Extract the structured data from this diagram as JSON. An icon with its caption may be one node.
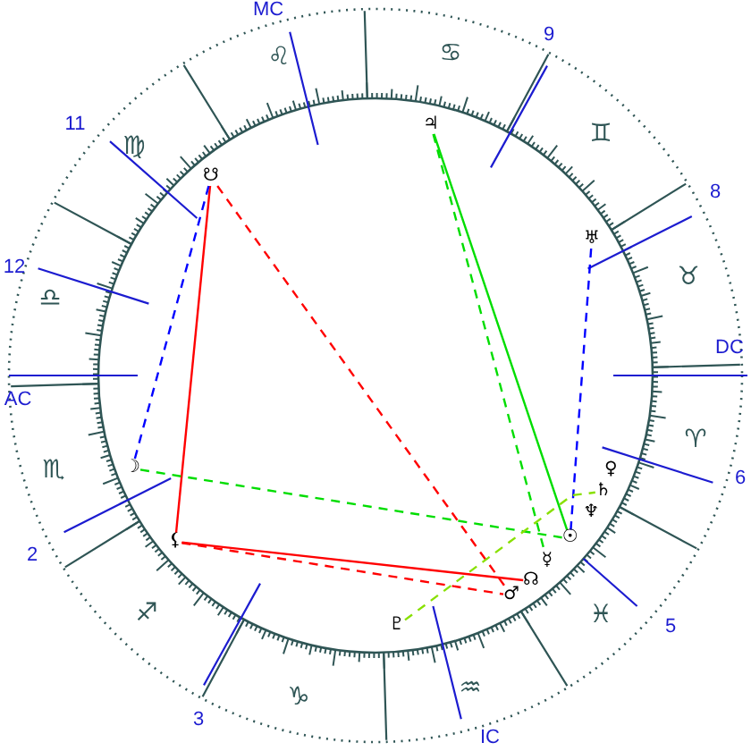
{
  "diagram": {
    "nodes": [
      {
        "text": [
          "♃"
        ]
      },
      {
        "text": [
          "☋"
        ]
      },
      {
        "text": [
          "♅"
        ]
      },
      {
        "text": [
          "♀"
        ]
      },
      {
        "text": [
          "☽"
        ]
      },
      {
        "text": [
          "♄"
        ]
      },
      {
        "text": [
          "♆"
        ]
      },
      {
        "text": [
          "☉"
        ]
      },
      {
        "text": [
          "⚸"
        ]
      },
      {
        "text": [
          "☿"
        ]
      },
      {
        "text": [
          "☊"
        ]
      },
      {
        "text": [
          "♂"
        ]
      },
      {
        "text": [
          "♇"
        ]
      }
    ],
    "edges": [
      {
        "from": 1,
        "to": 8,
        "arrow": "none",
        "color": "#ff0000"
      },
      {
        "from": 8,
        "to": 10,
        "arrow": "none",
        "color": "#ff0000"
      },
      {
        "from": 1,
        "to": 11,
        "arrow": "none",
        "style": "dashed",
        "color": "#ff0000"
      },
      {
        "from": 8,
        "to": 11,
        "arrow": "none",
        "style": "dashed",
        "color": "#ff0000"
      },
      {
        "from": 1,
        "to": 4,
        "arrow": "none",
        "style": "dashed",
        "color": "#0000ff"
      },
      {
        "from": 0,
        "to": 7,
        "arrow": "none",
        "color": "#00dd00"
      },
      {
        "from": 0,
        "to": 9,
        "arrow": "none",
        "style": "dashed",
        "color": "#00dd00"
      },
      {
        "from": 4,
        "to": 7,
        "arrow": "none",
        "style": "dashed",
        "color": "#00dd00"
      },
      {
        "from": 2,
        "to": 7,
        "arrow": "none",
        "style": "dashed",
        "color": "#0000ff"
      },
      {
        "from": 12,
        "to": 5,
        "arrow": "none",
        "style": "dashed",
        "color": "#88e000"
      }
    ],
    "labels": [
      "MC",
      "9",
      "♌",
      "♋",
      "11",
      "♊",
      "♍",
      "8",
      "12",
      "♉",
      "♎",
      "DC",
      "AC",
      "♈",
      "♏",
      "6",
      "2",
      "♓",
      "♐",
      "5",
      "♒",
      "♑",
      "3",
      "IC"
    ]
  }
}
